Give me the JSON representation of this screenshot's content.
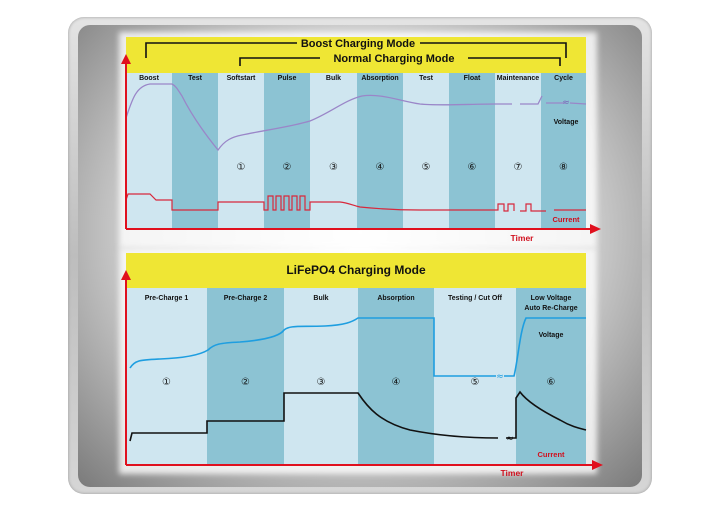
{
  "top": {
    "boost_mode": "Boost Charging Mode",
    "normal_mode": "Normal Charging Mode",
    "stages": [
      "Boost",
      "Test",
      "Softstart",
      "Pulse",
      "Bulk",
      "Absorption",
      "Test",
      "Float",
      "Maintenance",
      "Cycle"
    ],
    "numbers": [
      "①",
      "②",
      "③",
      "④",
      "⑤",
      "⑥",
      "⑦",
      "⑧"
    ],
    "voltage": "Voltage",
    "current": "Current",
    "timer": "Timer"
  },
  "bottom": {
    "title": "LiFePO4 Charging Mode",
    "stages": [
      "Pre-Charge 1",
      "Pre-Charge 2",
      "Bulk",
      "Absorption",
      "Testing / Cut Off",
      "Low Voltage",
      "Auto Re-Charge"
    ],
    "numbers": [
      "①",
      "②",
      "③",
      "④",
      "⑤",
      "⑥"
    ],
    "voltage": "Voltage",
    "current": "Current",
    "timer": "Timer"
  },
  "colors": {
    "yellow": "#efe634",
    "light_col": "#cfe6f0",
    "dark_col": "#8cc3d3",
    "voltage_top": "#9a86c8",
    "current_top": "#d8283c",
    "voltage_bottom": "#1e9ee0",
    "current_bottom": "#111111",
    "axis": "#e0101e"
  }
}
